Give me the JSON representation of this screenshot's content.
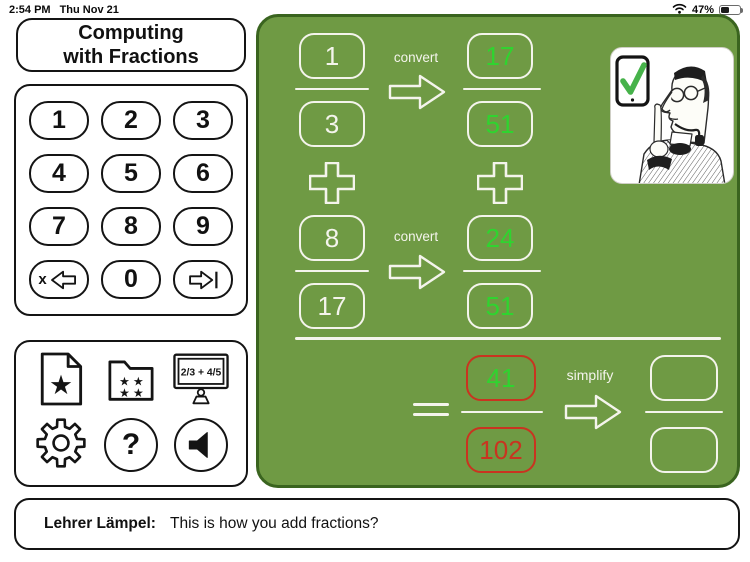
{
  "colors": {
    "panel-green": "#6f9a44",
    "panel-border": "#3a641f",
    "bright-green": "#2fd42f",
    "alert-red": "#c93420",
    "check-green": "#46b24a"
  },
  "status_bar": {
    "time": "2:54 PM",
    "date": "Thu Nov 21",
    "battery_percent": "47%"
  },
  "title_card": {
    "line1": "Computing",
    "line2": "with Fractions"
  },
  "keypad": {
    "keys": [
      "1",
      "2",
      "3",
      "4",
      "5",
      "6",
      "7",
      "8",
      "9"
    ],
    "zero": "0",
    "delete_label": "x"
  },
  "tools": {
    "monitor_text": "2/3 + 4/5",
    "help_label": "?"
  },
  "board": {
    "convert_label": "convert",
    "simplify_label": "simplify",
    "fraction1": {
      "num": "1",
      "den": "3"
    },
    "fraction2": {
      "num": "8",
      "den": "17"
    },
    "converted1": {
      "num": "17",
      "den": "51"
    },
    "converted2": {
      "num": "24",
      "den": "51"
    },
    "sum": {
      "num": "41",
      "den": "102"
    },
    "simplified": {
      "num": "",
      "den": ""
    }
  },
  "speech": {
    "speaker": "Lehrer Lämpel:",
    "text": "This is how you add fractions?"
  }
}
